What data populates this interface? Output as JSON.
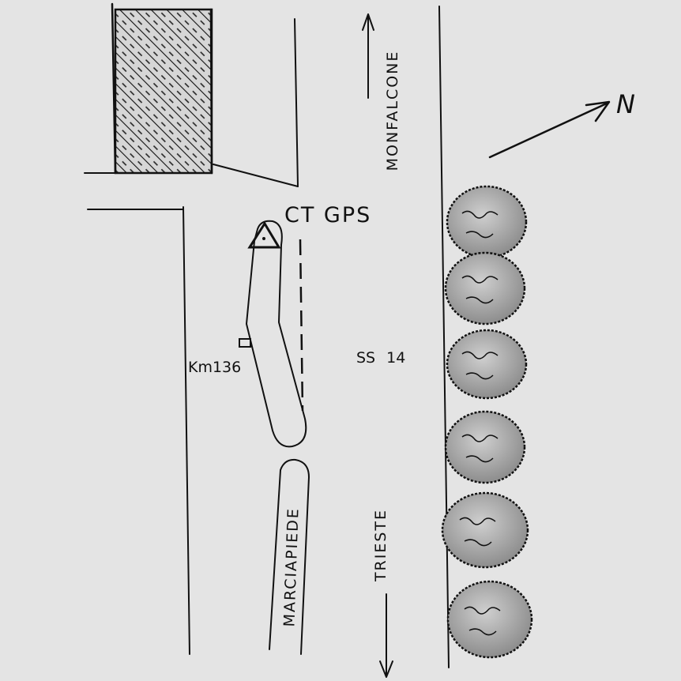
{
  "labels": {
    "direction_north": "MONFALCONE",
    "direction_south": "TRIESTE",
    "gps_point": "CT GPS",
    "road": "SS 14",
    "kilometer": "Km136",
    "sidewalk": "MARCIAPIEDE",
    "north": "N"
  },
  "icons": {
    "gps_point": "triangle-survey-marker-icon",
    "north_arrow": "north-arrow-icon",
    "kilometer_stone": "kilometer-stone-icon",
    "tree": "tree-icon"
  },
  "trees_count": 6,
  "colors": {
    "paper": "#e4e4e4",
    "ink": "#111111",
    "hatch_fill": "#cfcfcf"
  }
}
